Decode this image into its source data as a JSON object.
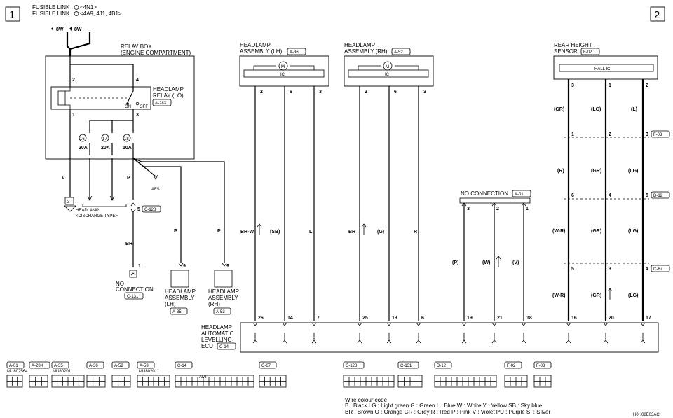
{
  "page_numbers": [
    "1",
    "2"
  ],
  "fusible": {
    "line1": "FUSIBLE LINK",
    "line1_tag": "<4N1>",
    "line2": "FUSIBLE LINK",
    "line2_tag": "<4A9, 4J1, 4B1>",
    "rating_a": "8W",
    "rating_b": "8W"
  },
  "relay_box": {
    "title1": "RELAY BOX",
    "title2": "(ENGINE COMPARTMENT)",
    "relay1": "HEADLAMP",
    "relay2": "RELAY (LO)",
    "relay_conn": "A-28X",
    "pin_2": "2",
    "pin_4": "4",
    "pin_1": "1",
    "pin_3": "3",
    "on": "ON",
    "off": "OFF",
    "fuses": [
      {
        "num": "16",
        "amp": "20A"
      },
      {
        "num": "17",
        "amp": "20A"
      },
      {
        "num": "18",
        "amp": "10A"
      }
    ]
  },
  "left_wiring": {
    "v_color": "V",
    "ground_num": "3",
    "p_color1": "P",
    "afs": "AFS",
    "discharge1": "HEADLAMP",
    "discharge2": "<DISCHARGE TYPE>",
    "c128_pin": "5",
    "c128": "C-128",
    "br_color": "BR",
    "nc_pin": "1",
    "nc1": "NO",
    "nc2": "CONNECTION",
    "nc_conn": "C-131",
    "p_color2": "P",
    "p_color3": "P",
    "hl_lh": {
      "pin": "9",
      "l1": "HEADLAMP",
      "l2": "ASSEMBLY",
      "l3": "(LH)",
      "conn": "A-35"
    },
    "hl_rh": {
      "pin": "9",
      "l1": "HEADLAMP",
      "l2": "ASSEMBLY",
      "l3": "(RH)",
      "conn": "A-53"
    }
  },
  "headlamp_lh": {
    "l1": "HEADLAMP",
    "l2": "ASSEMBLY (LH)",
    "conn": "A-36",
    "ic": "IC",
    "motor": "M",
    "pins": [
      "2",
      "6",
      "3"
    ],
    "colors": [
      "BR-W",
      "(SB)",
      "L"
    ]
  },
  "headlamp_rh": {
    "l1": "HEADLAMP",
    "l2": "ASSEMBLY (RH)",
    "conn": "A-52",
    "ic": "IC",
    "motor": "M",
    "pins": [
      "2",
      "6",
      "3"
    ],
    "colors": [
      "BR",
      "(G)",
      "R"
    ]
  },
  "no_conn_a01": {
    "label": "NO CONNECTION",
    "conn": "A-01",
    "pins": [
      "3",
      "2",
      "1"
    ],
    "colors": [
      "(P)",
      "(W)",
      "(V)"
    ]
  },
  "rear_sensor": {
    "l1": "REAR HEIGHT",
    "l2": "SENSOR",
    "conn": "F-02",
    "ic": "HALL IC",
    "pins": [
      "3",
      "1",
      "2"
    ],
    "colors1": [
      "(GR)",
      "(LG)",
      "(L)"
    ],
    "f03_pins": [
      "1",
      "2",
      "3"
    ],
    "f03": "F-03",
    "colors2": [
      "(R)",
      "(GR)",
      "(LG)"
    ],
    "d12_pins": [
      "6",
      "4",
      "5"
    ],
    "d12": "D-12",
    "colors3": [
      "(W-R)",
      "(GR)",
      "(LG)"
    ],
    "c67_pins": [
      "5",
      "3",
      "4"
    ],
    "c67": "C-67",
    "colors4": [
      "(W-R)",
      "(GR)",
      "(LG)"
    ]
  },
  "ecu": {
    "l1": "HEADLAMP",
    "l2": "AUTOMATIC",
    "l3": "LEVELLING-",
    "l4": "ECU",
    "conn": "C-14",
    "pins": [
      "26",
      "14",
      "7",
      "25",
      "13",
      "6",
      "19",
      "21",
      "18",
      "16",
      "20",
      "17"
    ]
  },
  "connectors": [
    "A-01",
    "A-28X",
    "A-35",
    "A-36",
    "A-52",
    "A-53",
    "C-14",
    "C-67",
    "C-128",
    "C-131",
    "D-12",
    "F-02",
    "F-03"
  ],
  "connector_small_labels": [
    "MU802564",
    "MU802011",
    "MU802011"
  ],
  "connector_amp": "AMP",
  "wire_colour": {
    "title": "Wire colour code",
    "line1": "B : Black    LG : Light green    G : Green    L : Blue    W : White    Y : Yellow    SB : Sky blue",
    "line2": "BR : Brown    O : Orange    GR : Grey    R : Red    P : Pink    V : Violet    PU : Purple    SI : Silver"
  },
  "figure_code": "H0H08E03AC"
}
